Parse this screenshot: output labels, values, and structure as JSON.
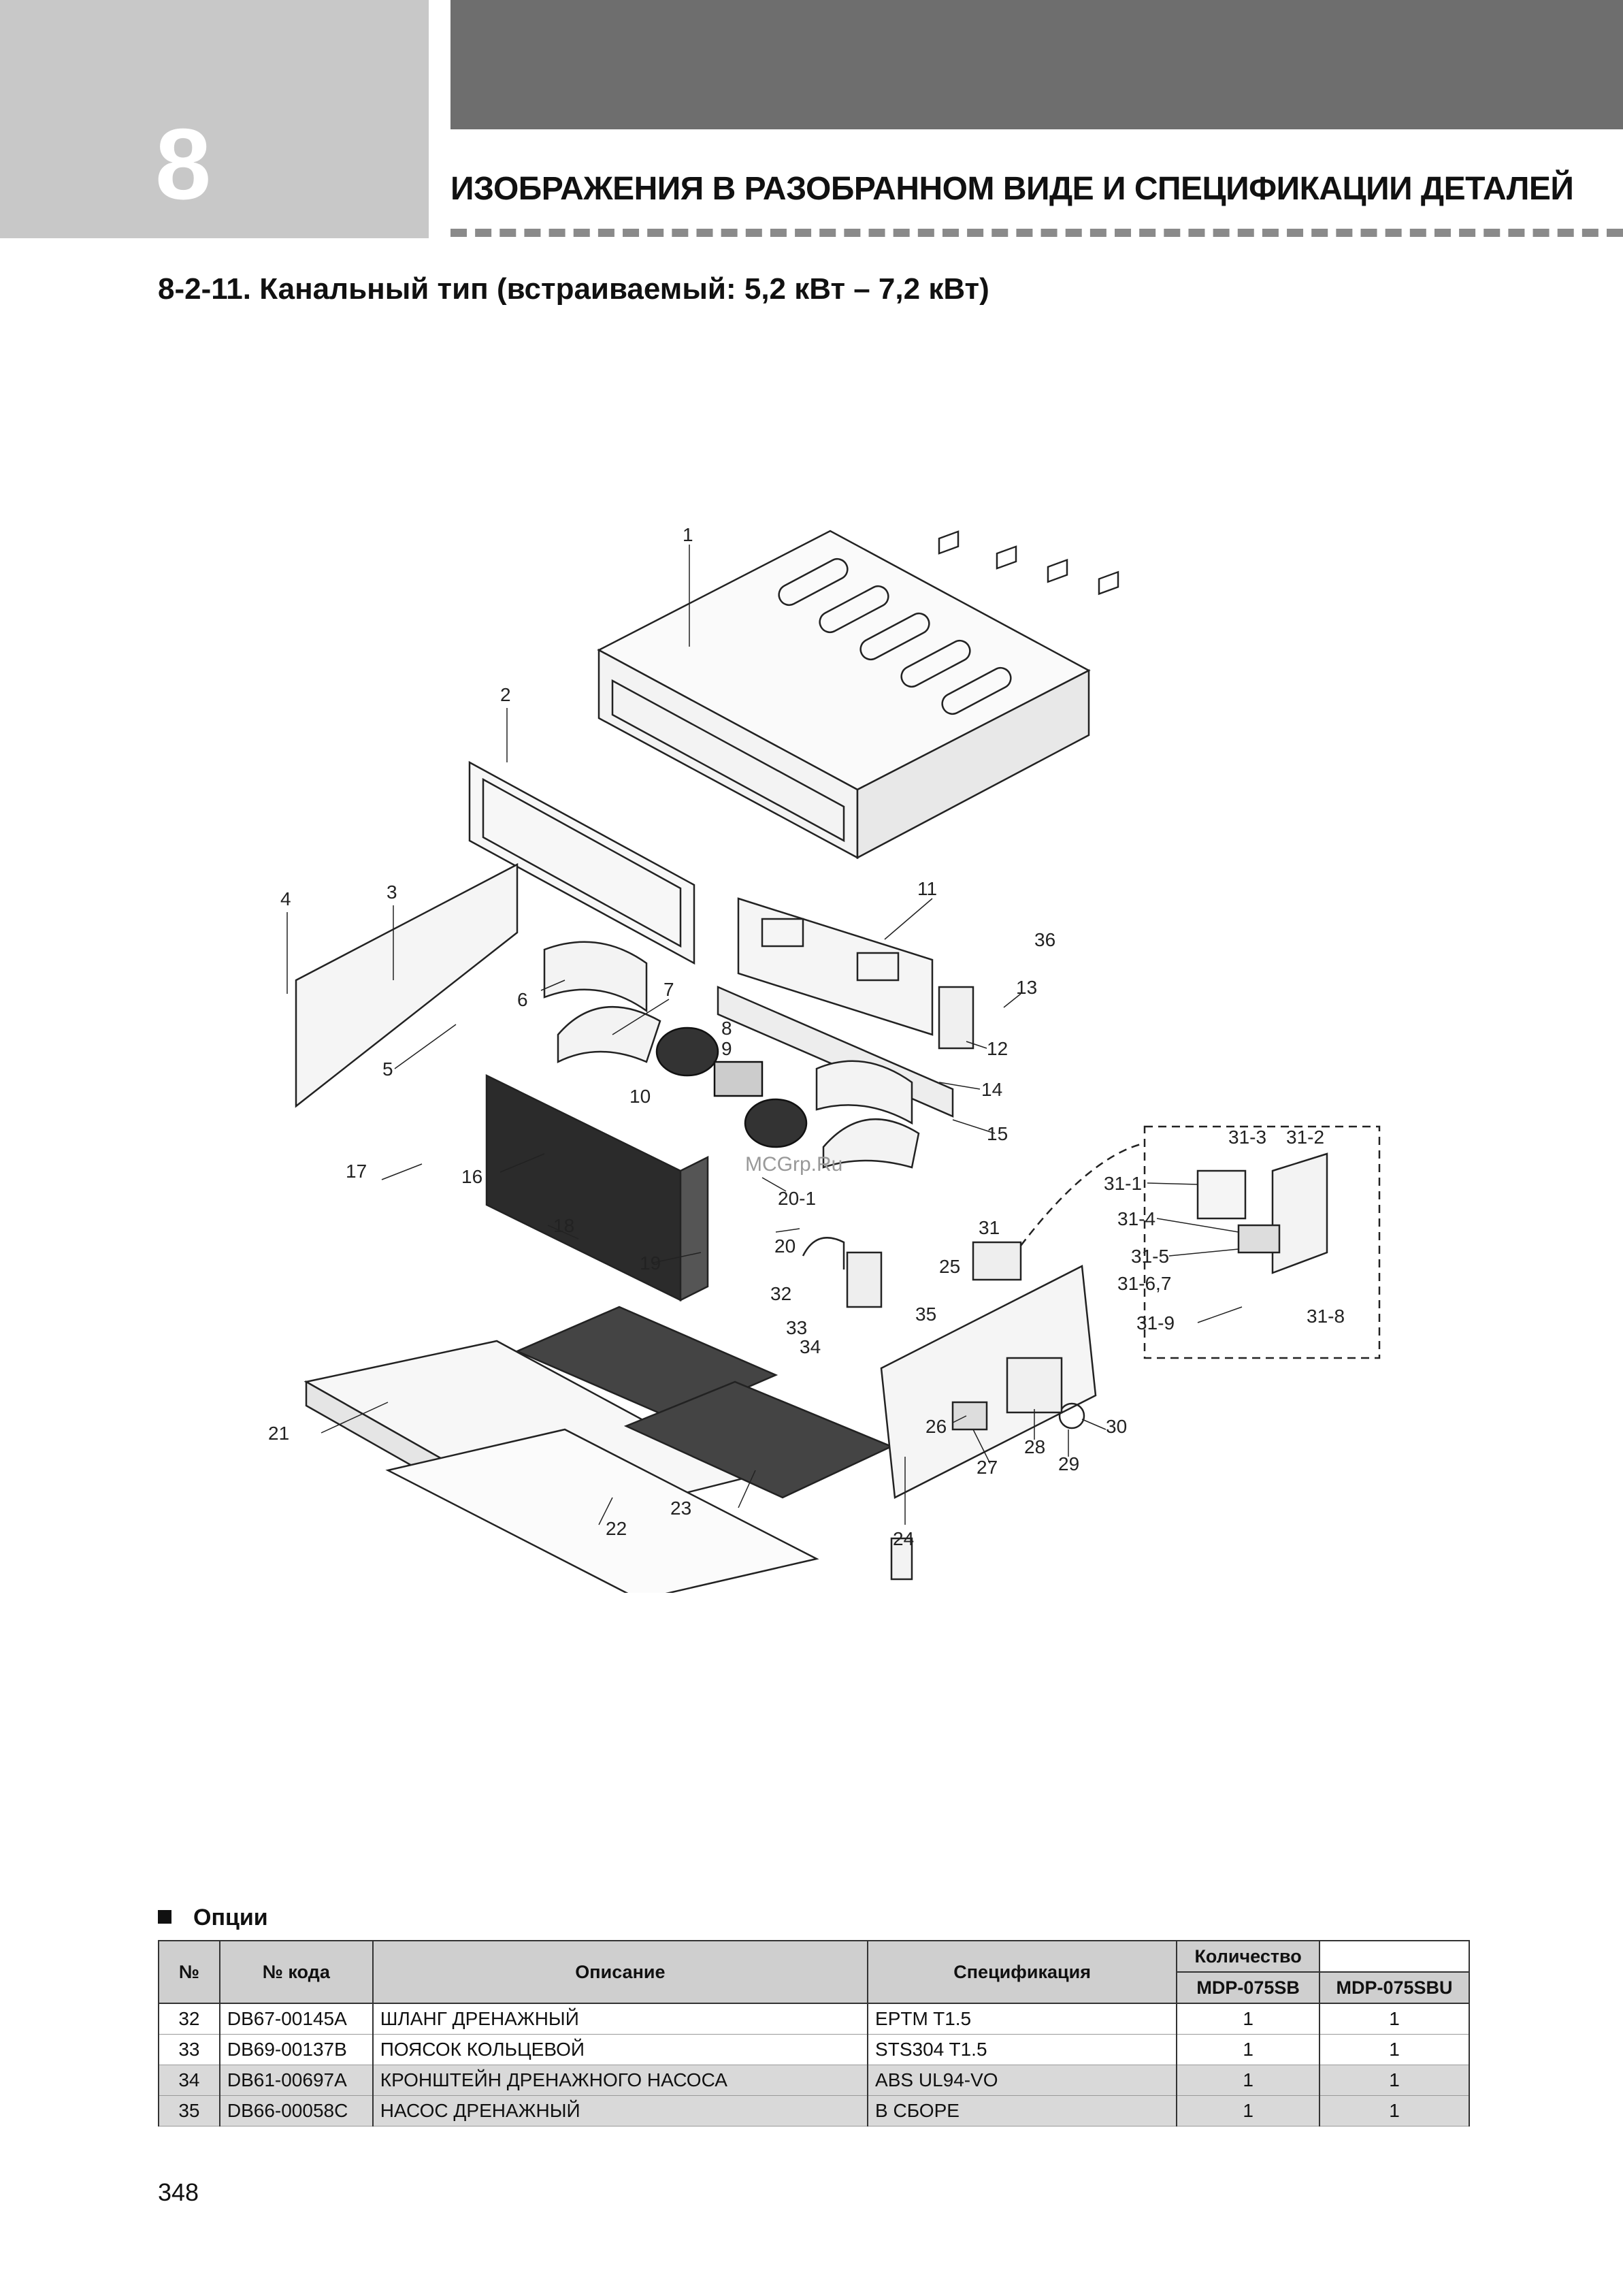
{
  "chapter": {
    "number": "8"
  },
  "header": {
    "title": "ИЗОБРАЖЕНИЯ В РАЗОБРАННОМ ВИДЕ И СПЕЦИФИКАЦИИ ДЕТАЛЕЙ"
  },
  "section": {
    "title": "8-2-11. Канальный тип (встраиваемый: 5,2 кВт – 7,2 кВт)"
  },
  "diagram": {
    "watermark": "MCGrp.Ru",
    "labels": [
      "1",
      "2",
      "3",
      "4",
      "5",
      "6",
      "7",
      "8",
      "9",
      "10",
      "11",
      "12",
      "13",
      "14",
      "15",
      "16",
      "17",
      "18",
      "19",
      "20",
      "20-1",
      "21",
      "22",
      "23",
      "24",
      "25",
      "26",
      "27",
      "28",
      "29",
      "30",
      "31",
      "31-1",
      "31-2",
      "31-3",
      "31-4",
      "31-5",
      "31-6,7",
      "31-8",
      "31-9",
      "32",
      "33",
      "34",
      "35",
      "36"
    ]
  },
  "options": {
    "title": "Опции",
    "headers": {
      "no": "№",
      "code": "№ кода",
      "desc": "Описание",
      "spec": "Спецификация",
      "qty": "Количество",
      "model1": "MDP-075SB",
      "model2": "MDP-075SBU"
    },
    "rows": [
      {
        "no": "32",
        "code": "DB67-00145A",
        "desc": "ШЛАНГ ДРЕНАЖНЫЙ",
        "spec": "EPTM T1.5",
        "q1": "1",
        "q2": "1"
      },
      {
        "no": "33",
        "code": "DB69-00137B",
        "desc": "ПОЯСОК КОЛЬЦЕВОЙ",
        "spec": "STS304 T1.5",
        "q1": "1",
        "q2": "1"
      },
      {
        "no": "34",
        "code": "DB61-00697A",
        "desc": "КРОНШТЕЙН ДРЕНАЖНОГО НАСОСА",
        "spec": "ABS UL94-VO",
        "q1": "1",
        "q2": "1"
      },
      {
        "no": "35",
        "code": "DB66-00058C",
        "desc": "НАСОС ДРЕНАЖНЫЙ",
        "spec": "В СБОРЕ",
        "q1": "1",
        "q2": "1"
      }
    ]
  },
  "page": {
    "number": "348"
  }
}
